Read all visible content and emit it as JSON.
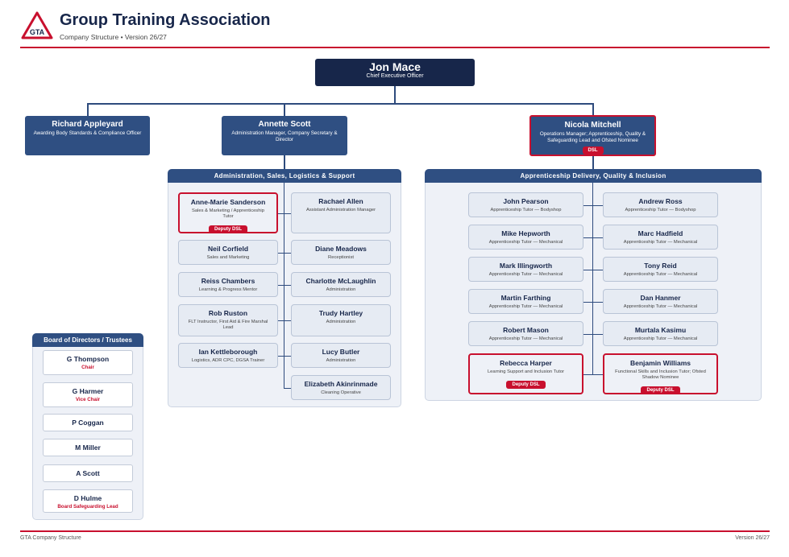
{
  "header": {
    "title": "Group Training Association",
    "subtitle": "Company Structure • Version 26/27",
    "logo_text": "GTA"
  },
  "ceo": {
    "name": "Jon Mace",
    "role": "Chief Executive Officer"
  },
  "directors": [
    {
      "name": "Richard Appleyard",
      "role": "Awarding Body Standards & Compliance Officer"
    },
    {
      "name": "Annette Scott",
      "role": "Administration Manager, Company Secretary & Director"
    },
    {
      "name": "Nicola Mitchell",
      "role": "Operations Manager; Apprenticeship, Quality & Safeguarding Lead and Ofsted Nominee",
      "badge": "DSL"
    }
  ],
  "admin_dept": {
    "title": "Administration, Sales, Logistics & Support",
    "left": [
      {
        "name": "Anne-Marie Sanderson",
        "role": "Sales & Marketing / Apprenticeship Tutor",
        "badge": "Deputy DSL"
      },
      {
        "name": "Neil Corfield",
        "role": "Sales and Marketing"
      },
      {
        "name": "Reiss Chambers",
        "role": "Learning & Progress Mentor"
      },
      {
        "name": "Rob Ruston",
        "role": "FLT Instructor, First Aid & Fire Marshal Lead"
      },
      {
        "name": "Ian Kettleborough",
        "role": "Logistics, ADR CPC, DGSA Trainer"
      }
    ],
    "right": [
      {
        "name": "Rachael Allen",
        "role": "Assistant Administration Manager"
      },
      {
        "name": "Diane Meadows",
        "role": "Receptionist"
      },
      {
        "name": "Charlotte McLaughlin",
        "role": "Administration"
      },
      {
        "name": "Trudy Hartley",
        "role": "Administration"
      },
      {
        "name": "Lucy Butler",
        "role": "Administration"
      },
      {
        "name": "Elizabeth Akinrinmade",
        "role": "Cleaning Operative"
      }
    ]
  },
  "appr_dept": {
    "title": "Apprenticeship Delivery, Quality & Inclusion",
    "left": [
      {
        "name": "John Pearson",
        "role": "Apprenticeship Tutor — Bodyshop"
      },
      {
        "name": "Mike Hepworth",
        "role": "Apprenticeship Tutor — Mechanical"
      },
      {
        "name": "Mark Illingworth",
        "role": "Apprenticeship Tutor — Mechanical"
      },
      {
        "name": "Martin Farthing",
        "role": "Apprenticeship Tutor — Mechanical"
      },
      {
        "name": "Robert Mason",
        "role": "Apprenticeship Tutor — Mechanical"
      },
      {
        "name": "Rebecca Harper",
        "role": "Learning Support and Inclusion Tutor",
        "badge": "Deputy DSL"
      }
    ],
    "right": [
      {
        "name": "Andrew Ross",
        "role": "Apprenticeship Tutor — Bodyshop"
      },
      {
        "name": "Marc Hadfield",
        "role": "Apprenticeship Tutor — Mechanical"
      },
      {
        "name": "Tony Reid",
        "role": "Apprenticeship Tutor — Mechanical"
      },
      {
        "name": "Dan Hanmer",
        "role": "Apprenticeship Tutor — Mechanical"
      },
      {
        "name": "Murtala Kasimu",
        "role": "Apprenticeship Tutor — Mechanical"
      },
      {
        "name": "Benjamin Williams",
        "role": "Functional Skills and Inclusion Tutor; Ofsted Shadow Nominee",
        "badge": "Deputy DSL"
      }
    ]
  },
  "board": {
    "title": "Board of Directors / Trustees",
    "members": [
      {
        "name": "G Thompson",
        "role": "Chair"
      },
      {
        "name": "G Harmer",
        "role": "Vice Chair"
      },
      {
        "name": "P Coggan",
        "role": ""
      },
      {
        "name": "M Miller",
        "role": ""
      },
      {
        "name": "A Scott",
        "role": ""
      },
      {
        "name": "D Hulme",
        "role": "Board Safeguarding Lead"
      }
    ]
  },
  "footer": {
    "left": "GTA Company Structure",
    "right": "Version 26/27"
  },
  "colors": {
    "navy": "#17264a",
    "blue": "#2f4f82",
    "red": "#c8102e",
    "panel": "#eef1f7"
  }
}
